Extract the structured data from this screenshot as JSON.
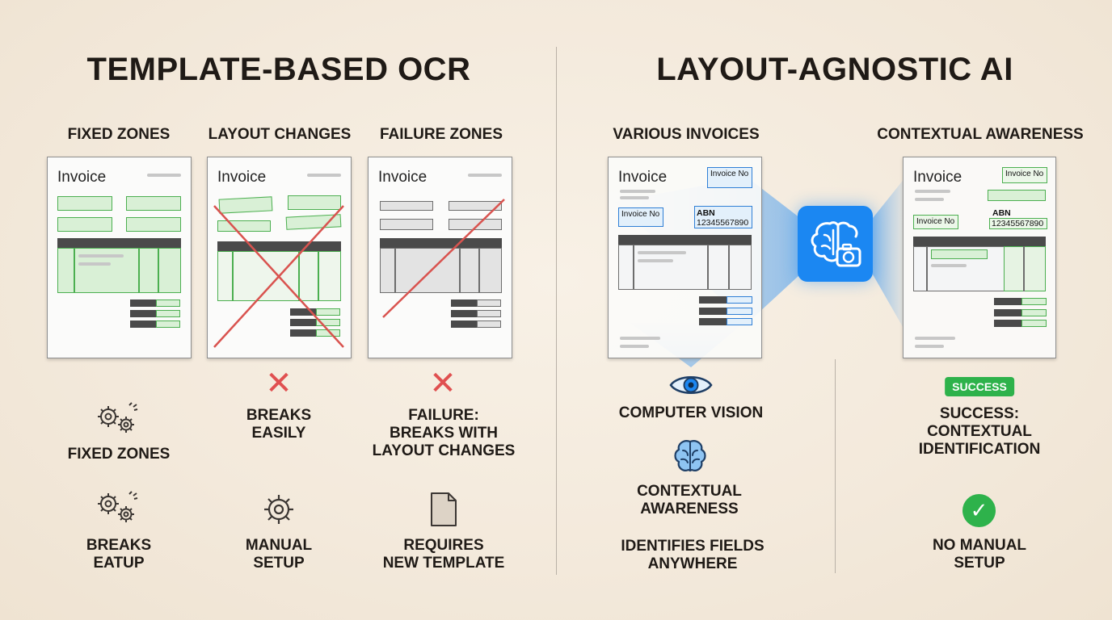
{
  "left": {
    "title": "TEMPLATE-BASED OCR",
    "captions": [
      "FIXED ZONES",
      "LAYOUT CHANGES",
      "FAILURE ZONES"
    ],
    "invoice_label": "Invoice",
    "row1": {
      "label_a": "FIXED ZONES",
      "label_b": [
        "BREAKS",
        "EASILY"
      ],
      "label_c": [
        "FAILURE:",
        "BREAKS WITH",
        "LAYOUT CHANGES"
      ]
    },
    "row2": {
      "label_a": [
        "BREAKS",
        "EATUP"
      ],
      "label_b": [
        "MANUAL",
        "SETUP"
      ],
      "label_c": [
        "REQUIRES",
        "NEW TEMPLATE"
      ]
    },
    "x_glyph": "✕"
  },
  "right": {
    "title": "LAYOUT-AGNOSTIC AI",
    "captions": [
      "VARIOUS INVOICES",
      "CONTEXTUAL AWARENESS"
    ],
    "invoice_label": "Invoice",
    "tag_invoice_no": "Invoice No",
    "abn_label": "ABN",
    "abn_number": "12345567890",
    "labels": {
      "computer_vision": "COMPUTER VISION",
      "contextual": [
        "CONTEXTUAL",
        "AWARENESS"
      ],
      "identifies": [
        "IDENTIFIES FIELDS",
        "ANYWHERE"
      ],
      "success_badge": "SUCCESS",
      "success": [
        "SUCCESS:",
        "CONTEXTUAL",
        "IDENTIFICATION"
      ],
      "no_manual": [
        "NO MANUAL",
        "SETUP"
      ]
    },
    "check_glyph": "✓"
  },
  "colors": {
    "background": "#f4ebdd",
    "green": "#4caf50",
    "red": "#e05050",
    "blue": "#1b87f2",
    "success": "#2eb24b"
  },
  "icons": [
    "gears-icon",
    "gear-icon",
    "document-icon",
    "eye-icon",
    "brain-icon",
    "brain-camera-icon",
    "check-circle-icon",
    "x-icon"
  ]
}
